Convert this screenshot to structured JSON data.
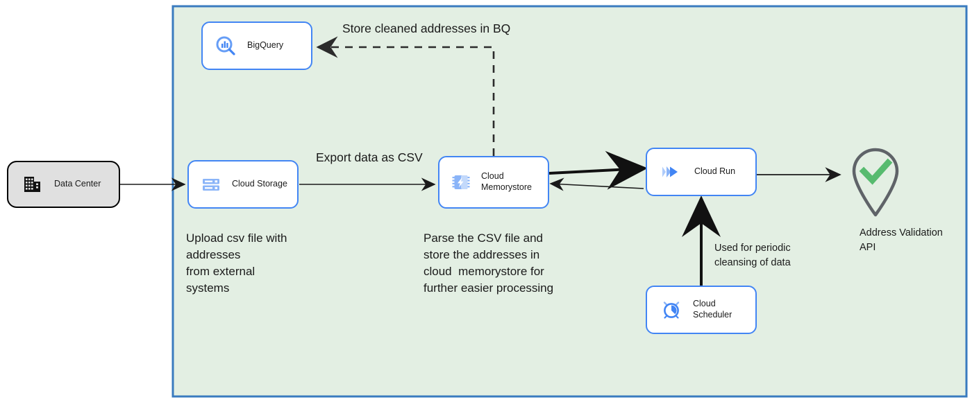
{
  "diagram": {
    "panel": {
      "name": "gcp-boundary",
      "fill": "#e3efe3",
      "border": "#3a7bbf"
    },
    "nodes": [
      {
        "id": "datacenter",
        "label": "Data Center",
        "icon": "building-icon",
        "fill": "#e0e0e0",
        "border": "#000000"
      },
      {
        "id": "bigquery",
        "label": "BigQuery",
        "icon": "bigquery-magnifier-icon",
        "fill": "#ffffff",
        "border": "#4285f4"
      },
      {
        "id": "cloudstorage",
        "label": "Cloud Storage",
        "icon": "cloud-storage-icon",
        "fill": "#ffffff",
        "border": "#4285f4"
      },
      {
        "id": "memorystore",
        "label": "Cloud\nMemorystore",
        "icon": "memorystore-chip-icon",
        "fill": "#ffffff",
        "border": "#4285f4"
      },
      {
        "id": "cloudrun",
        "label": "Cloud Run",
        "icon": "cloud-run-icon",
        "fill": "#ffffff",
        "border": "#4285f4"
      },
      {
        "id": "scheduler",
        "label": "Cloud Scheduler",
        "icon": "alarm-clock-icon",
        "fill": "#ffffff",
        "border": "#4285f4"
      },
      {
        "id": "validation",
        "label": "Address Validation\nAPI",
        "icon": "map-pin-check-icon",
        "pin_color": "#5f6368",
        "check_color": "#57bb6f"
      }
    ],
    "edge_labels": {
      "store_bq": "Store cleaned addresses in BQ",
      "export_csv": "Export data as CSV",
      "periodic": "Used for periodic\ncleansing of data"
    },
    "captions": {
      "upload": "Upload csv file with\naddresses\nfrom external\nsystems",
      "parse": "Parse the CSV file and\nstore the addresses in\ncloud  memorystore for\nfurther easier processing"
    }
  }
}
